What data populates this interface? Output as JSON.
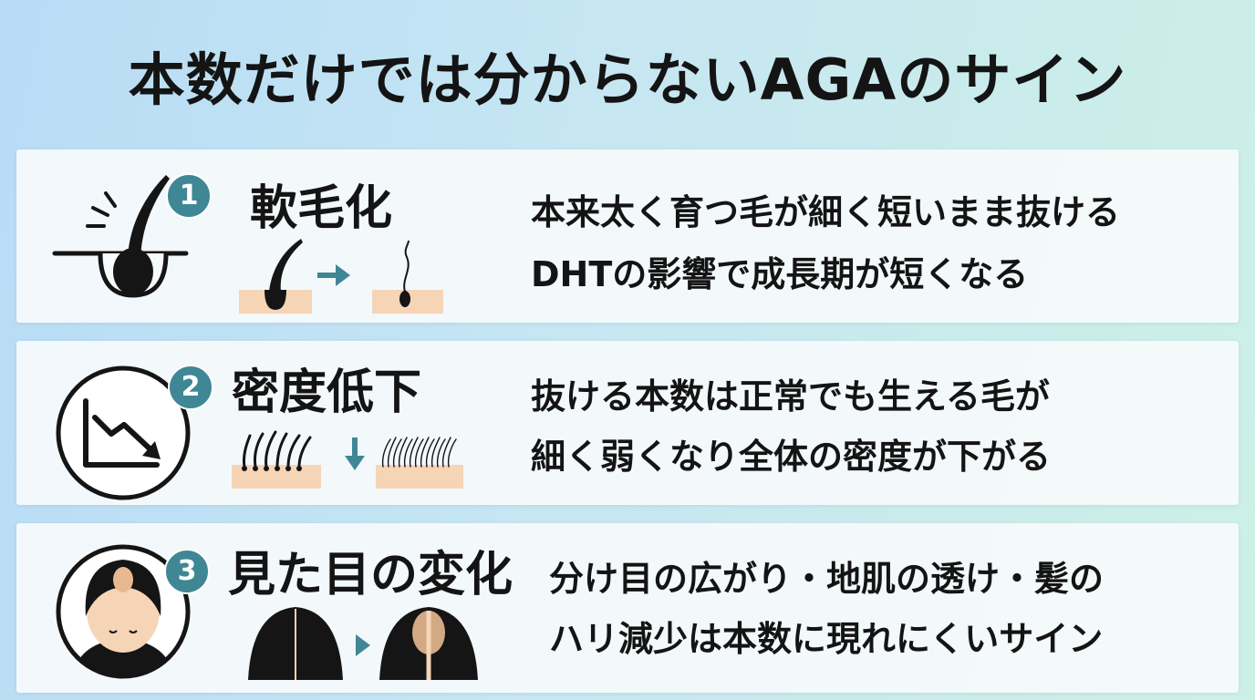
{
  "title": "本数だけでは分からないAGAのサイン",
  "colors": {
    "badge": "#3f8795",
    "skin": "#f6d4b6",
    "hair": "#151515",
    "arrow": "#3f8795"
  },
  "signs": [
    {
      "number": "1",
      "heading": "軟毛化",
      "icon": "hair-follicle-icon",
      "lines": [
        "本来太く育つ毛が細く短いまま抜ける",
        "DHTの影響で成長期が短くなる"
      ]
    },
    {
      "number": "2",
      "heading": "密度低下",
      "icon": "trend-down-icon",
      "lines": [
        "抜ける本数は正常でも生える毛が",
        "細く弱くなり全体の密度が下がる"
      ]
    },
    {
      "number": "3",
      "heading": "見た目の変化",
      "icon": "thinning-head-icon",
      "lines": [
        "分け目の広がり・地肌の透け・髪の",
        "ハリ減少は本数に現れにくいサイン"
      ]
    }
  ]
}
